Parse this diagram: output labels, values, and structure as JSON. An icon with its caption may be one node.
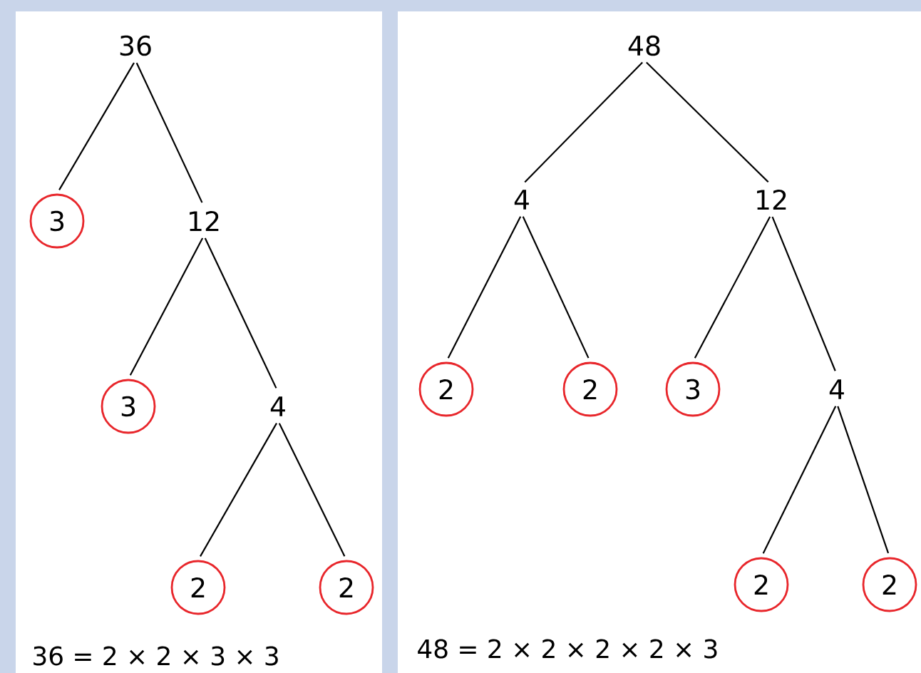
{
  "diagram": {
    "nodes": [
      {
        "text": [
          "36"
        ]
      },
      {
        "text": [
          "3"
        ]
      },
      {
        "text": [
          "12"
        ]
      },
      {
        "text": [
          "3"
        ]
      },
      {
        "text": [
          "4"
        ]
      },
      {
        "text": [
          "2"
        ]
      },
      {
        "text": [
          "2"
        ]
      },
      {
        "text": [
          "48"
        ]
      },
      {
        "text": [
          "4"
        ]
      },
      {
        "text": [
          "12"
        ]
      },
      {
        "text": [
          "2"
        ]
      },
      {
        "text": [
          "2"
        ]
      },
      {
        "text": [
          "3"
        ]
      },
      {
        "text": [
          "4"
        ]
      },
      {
        "text": [
          "2"
        ]
      },
      {
        "text": [
          "2"
        ]
      }
    ],
    "edges": [
      {
        "from": 0,
        "to": 1,
        "arrow": "none"
      },
      {
        "from": 0,
        "to": 2,
        "arrow": "none"
      },
      {
        "from": 2,
        "to": 3,
        "arrow": "none"
      },
      {
        "from": 2,
        "to": 4,
        "arrow": "none"
      },
      {
        "from": 4,
        "to": 5,
        "arrow": "none"
      },
      {
        "from": 4,
        "to": 6,
        "arrow": "none"
      },
      {
        "from": 7,
        "to": 8,
        "arrow": "none"
      },
      {
        "from": 7,
        "to": 9,
        "arrow": "none"
      },
      {
        "from": 8,
        "to": 10,
        "arrow": "none"
      },
      {
        "from": 8,
        "to": 11,
        "arrow": "none"
      },
      {
        "from": 9,
        "to": 12,
        "arrow": "none"
      },
      {
        "from": 9,
        "to": 13,
        "arrow": "none"
      },
      {
        "from": 13,
        "to": 14,
        "arrow": "none"
      },
      {
        "from": 13,
        "to": 15,
        "arrow": "none"
      }
    ],
    "labels": [
      "36 = 2 × 2 × 3 × 3",
      "48 = 2 × 2 × 2 × 2 × 3"
    ]
  }
}
